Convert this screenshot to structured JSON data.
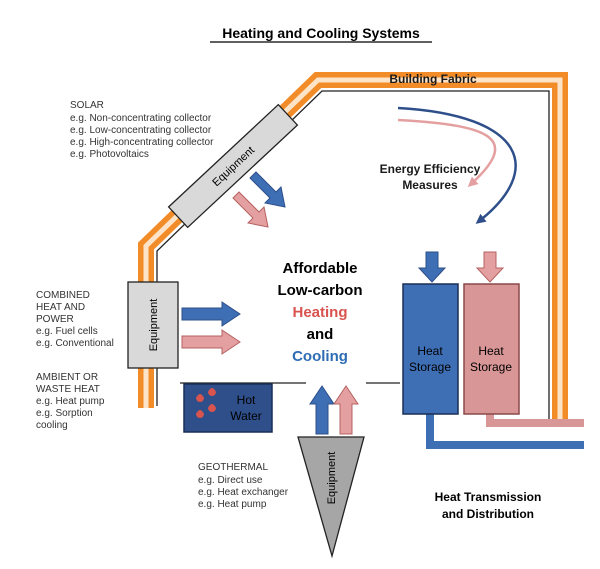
{
  "title": "Heating and Cooling Systems",
  "building_fabric": "Building Fabric",
  "solar": {
    "heading": "SOLAR",
    "examples": [
      "e.g. Non-concentrating collector",
      "e.g. Low-concentrating collector",
      "e.g. High-concentrating collector",
      "e.g. Photovoltaics"
    ]
  },
  "chp": {
    "heading_lines": [
      "COMBINED",
      "HEAT AND",
      "POWER"
    ],
    "examples": [
      "e.g. Fuel cells",
      "e.g. Conventional"
    ]
  },
  "ambient": {
    "heading_lines": [
      "AMBIENT OR",
      "WASTE HEAT"
    ],
    "examples": [
      "e.g. Heat pump",
      "e.g. Sorption",
      "cooling"
    ]
  },
  "geothermal": {
    "heading": "GEOTHERMAL",
    "examples": [
      "e.g. Direct use",
      "e.g. Heat exchanger",
      "e.g. Heat pump"
    ]
  },
  "equipment_label": "Equipment",
  "efficiency_lines": [
    "Energy Efficiency",
    "Measures"
  ],
  "center": {
    "line1": "Affordable",
    "line2": "Low-carbon",
    "heating": "Heating",
    "and": "and",
    "cooling": "Cooling"
  },
  "hot_water_lines": [
    "Hot",
    "Water"
  ],
  "heat_storage_lines": [
    "Heat",
    "Storage"
  ],
  "distribution_lines": [
    "Heat Transmission",
    "and Distribution"
  ],
  "colors": {
    "orange": "#f28c28",
    "blue": "#3e6fb5",
    "red_light": "#e4a0a0",
    "storage_blue": "#3e6fb5",
    "storage_pink": "#d99696",
    "hot_water": "#2e4f8a",
    "equipment_grey": "#d9d9d9"
  }
}
